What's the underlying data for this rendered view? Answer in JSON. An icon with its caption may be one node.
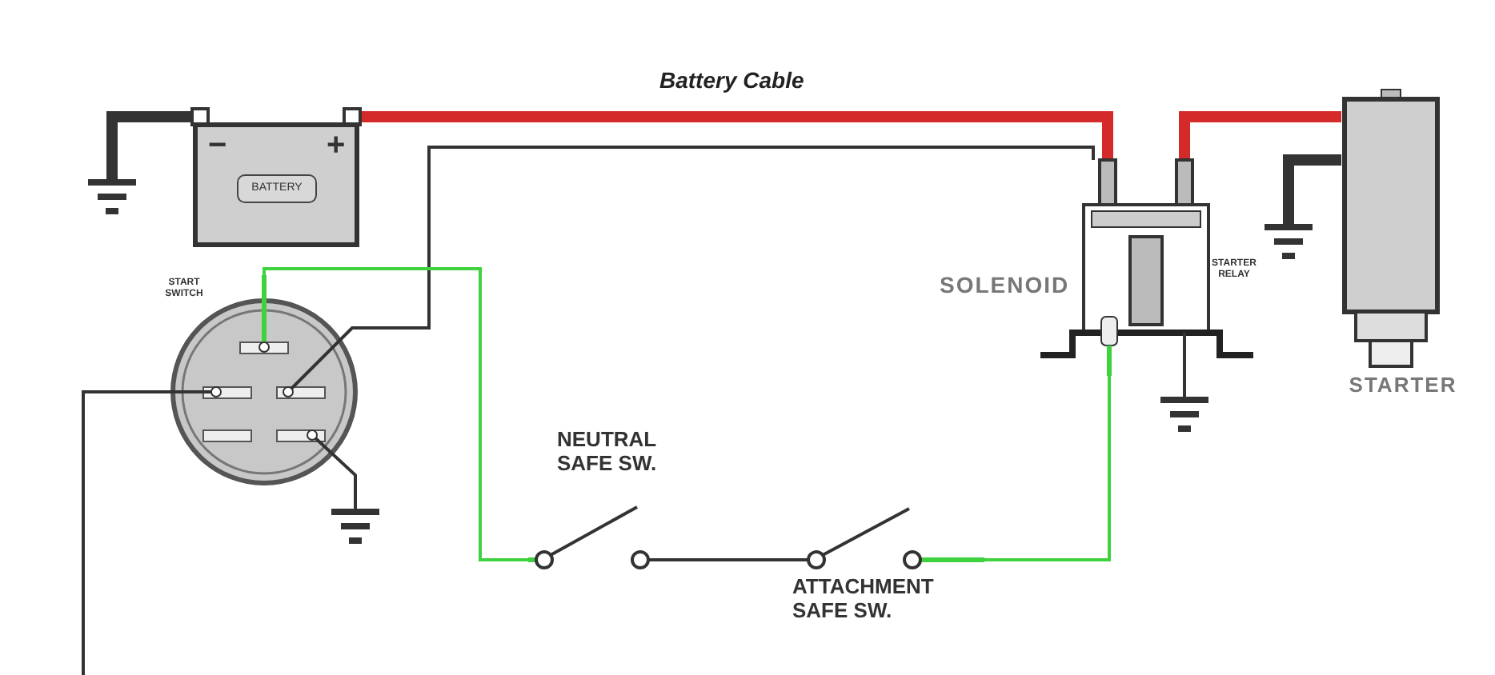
{
  "diagram": {
    "nodes": [
      {
        "text": [
          "−",
          "+",
          "BATTERY"
        ]
      },
      {
        "text": [
          "START SWITCH"
        ]
      },
      {
        "text": [
          "SOLENOID",
          "STARTER RELAY"
        ]
      },
      {
        "text": [
          "STARTER"
        ]
      },
      {
        "text": [
          "NEUTRAL SAFE SW."
        ]
      },
      {
        "text": [
          "ATTACHMENT SAFE SW."
        ]
      },
      {
        "text": [],
        "shape": "ground"
      },
      {
        "text": [],
        "shape": "ground"
      },
      {
        "text": [],
        "shape": "ground"
      },
      {
        "text": [],
        "shape": "ground"
      }
    ],
    "edges": [
      {
        "from": 0,
        "to": 2,
        "arrow": "none",
        "label": "Battery Cable",
        "style": "thick",
        "color": "#d42a2a"
      },
      {
        "from": 2,
        "to": 3,
        "arrow": "none",
        "style": "thick",
        "color": "#d42a2a"
      },
      {
        "from": 0,
        "to": 6,
        "arrow": "none",
        "style": "thick"
      },
      {
        "from": 1,
        "to": 2,
        "arrow": "none"
      },
      {
        "from": 1,
        "to": 4,
        "arrow": "none",
        "color": "#3fd23f"
      },
      {
        "from": 4,
        "to": 5,
        "arrow": "none"
      },
      {
        "from": 5,
        "to": 2,
        "arrow": "none",
        "color": "#3fd23f"
      },
      {
        "from": 3,
        "to": 7,
        "arrow": "none",
        "style": "thick"
      },
      {
        "from": 1,
        "to": 8,
        "arrow": "none"
      },
      {
        "from": 2,
        "to": 9,
        "arrow": "none"
      },
      {
        "from": 1,
        "to": null,
        "arrow": "none"
      }
    ]
  }
}
